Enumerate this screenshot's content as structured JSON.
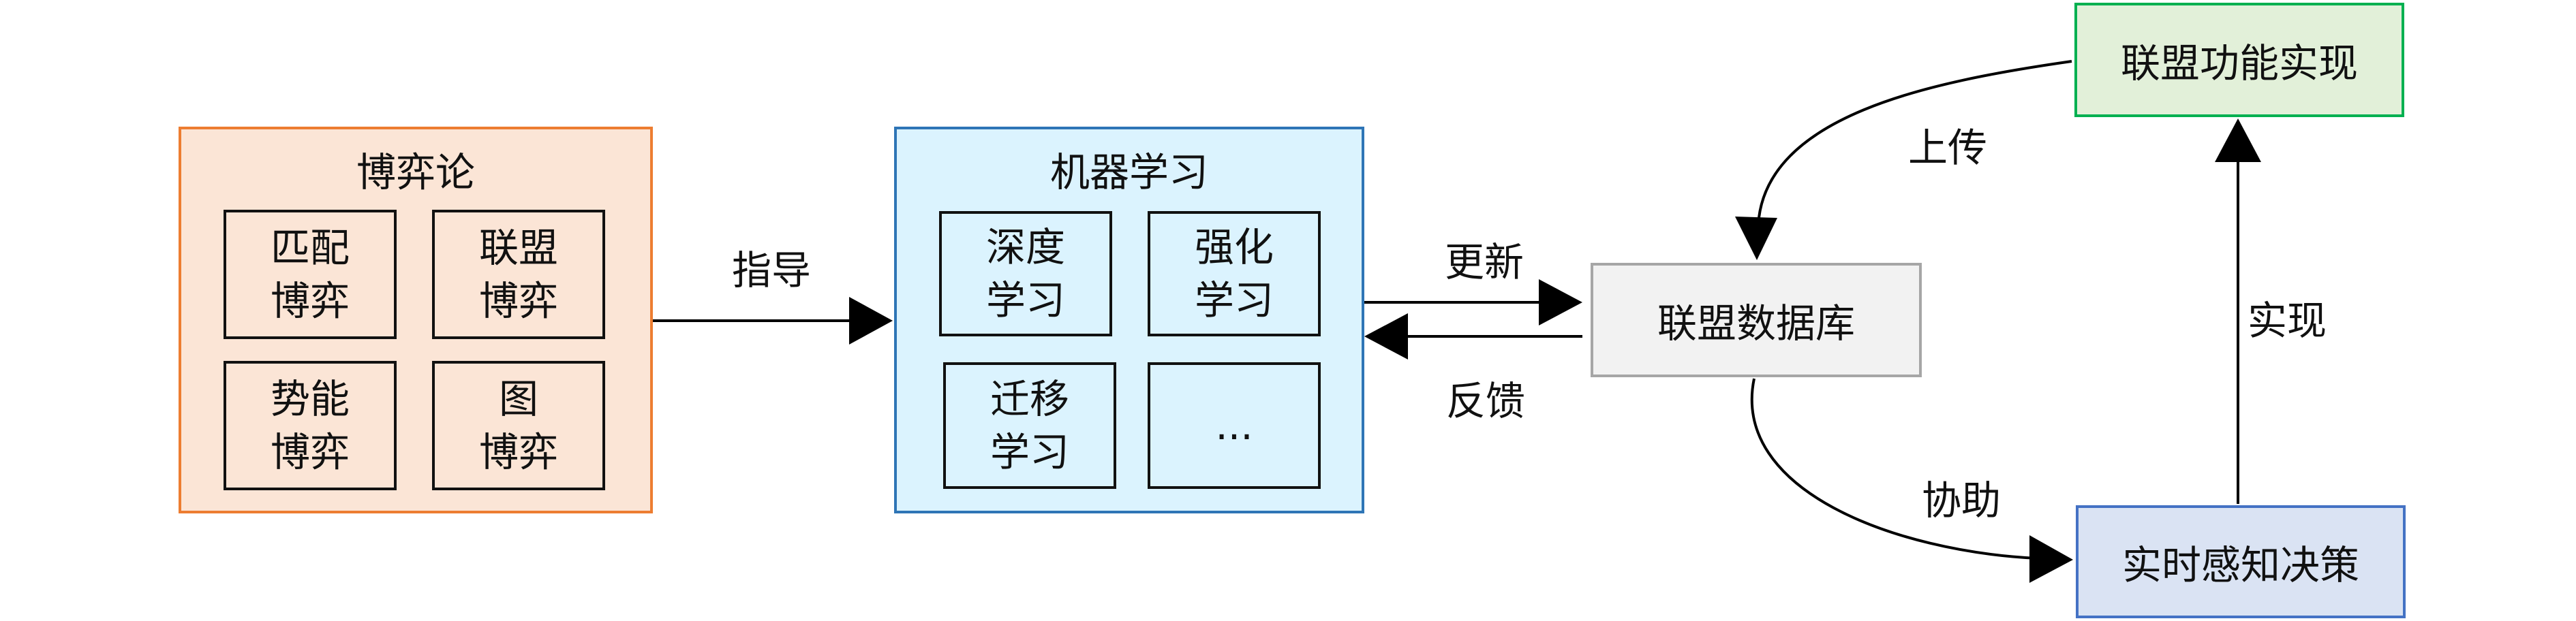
{
  "game_theory": {
    "title": "博弈论",
    "items": [
      {
        "line1": "匹配",
        "line2": "博弈"
      },
      {
        "line1": "联盟",
        "line2": "博弈"
      },
      {
        "line1": "势能",
        "line2": "博弈"
      },
      {
        "line1": "图",
        "line2": "博弈"
      }
    ]
  },
  "machine_learning": {
    "title": "机器学习",
    "items": [
      {
        "line1": "深度",
        "line2": "学习"
      },
      {
        "line1": "强化",
        "line2": "学习"
      },
      {
        "line1": "迁移",
        "line2": "学习"
      },
      {
        "line1": "...",
        "line2": ""
      }
    ]
  },
  "nodes": {
    "database": "联盟数据库",
    "realize_function": "联盟功能实现",
    "decision": "实时感知决策"
  },
  "edges": {
    "guide": "指导",
    "update": "更新",
    "feedback": "反馈",
    "upload": "上传",
    "assist": "协助",
    "realize": "实现"
  },
  "colors": {
    "game_fill": "#fbe5d6",
    "game_border": "#ed7d31",
    "ml_fill": "#dbf3fe",
    "ml_border": "#2e75b6",
    "db_fill": "#f2f2f2",
    "db_border": "#a6a6a6",
    "func_fill": "#e2f0d9",
    "func_border": "#00b050",
    "dec_fill": "#dae3f3",
    "dec_border": "#4472c4"
  }
}
